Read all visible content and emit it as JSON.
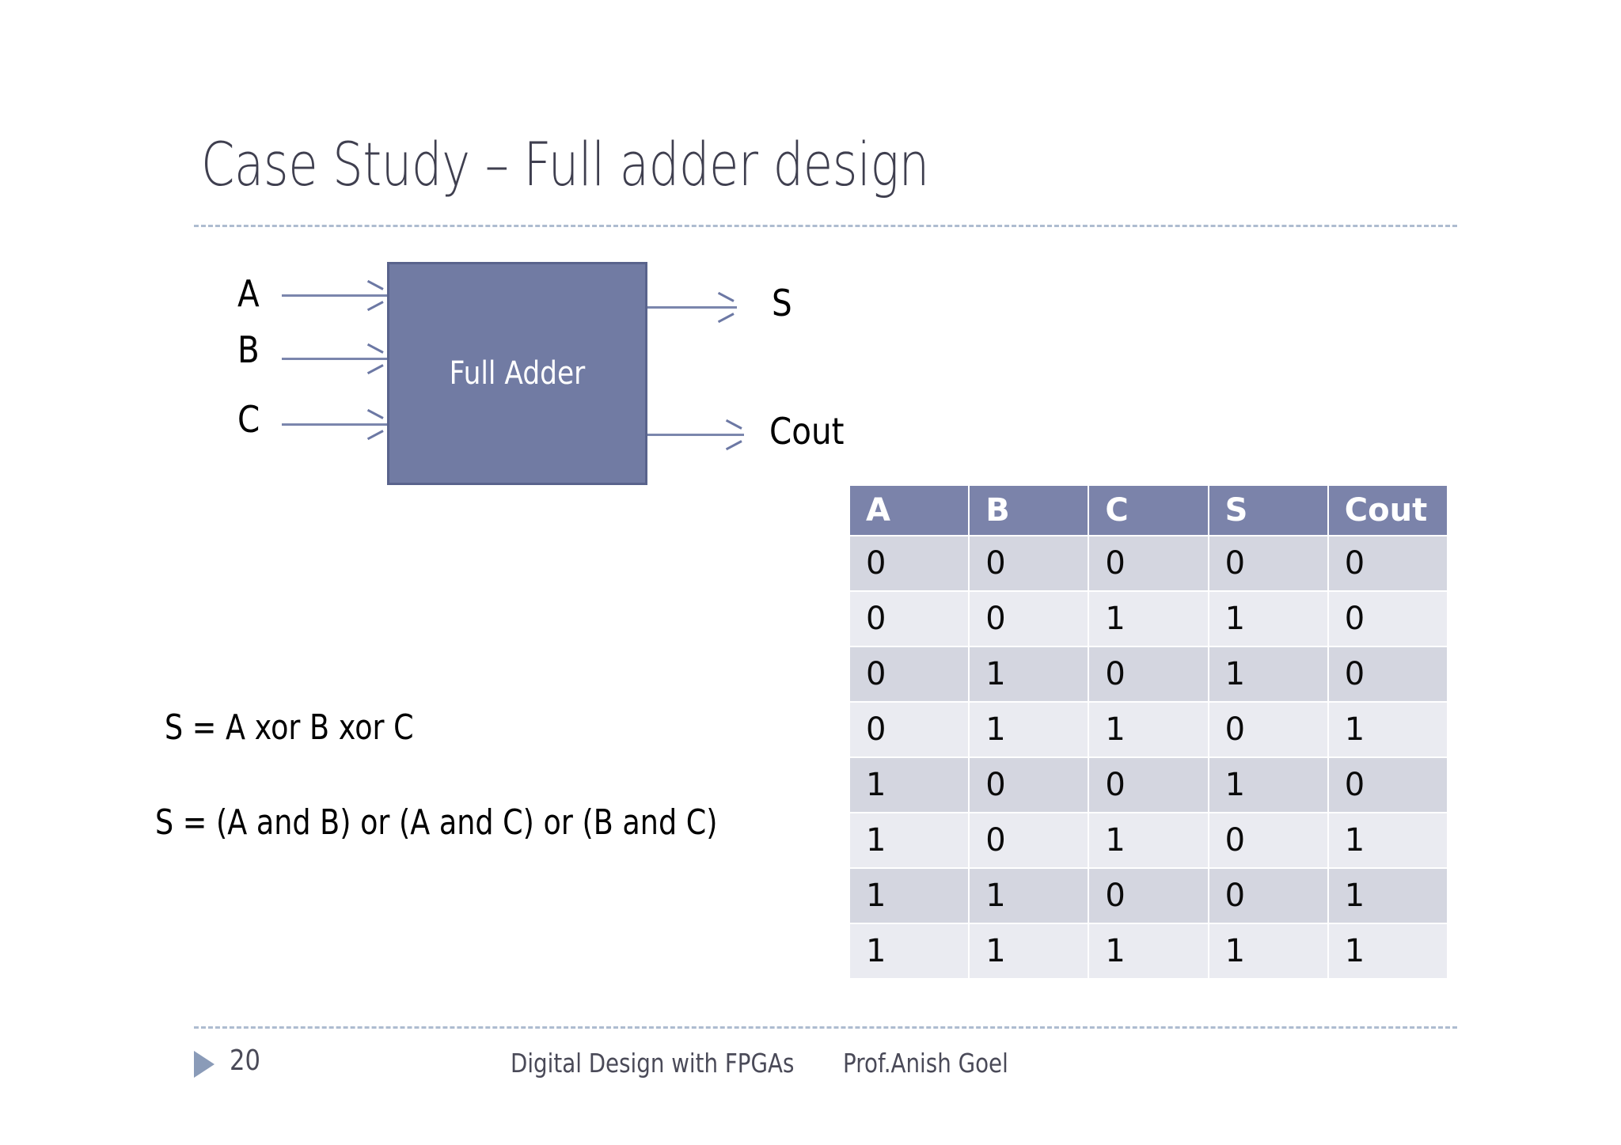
{
  "slide": {
    "title": "Case Study – Full adder design",
    "accent_color": "#717ba3",
    "header_color": "#7b83aa",
    "title_color": "#3f3f4f",
    "rule_color": "#aebcd0"
  },
  "diagram": {
    "block_label": "Full Adder",
    "inputs": [
      {
        "label": "A"
      },
      {
        "label": "B"
      },
      {
        "label": "C"
      }
    ],
    "outputs": [
      {
        "label": "S"
      },
      {
        "label": "Cout"
      }
    ]
  },
  "equations": {
    "sum": "S = A xor B xor C",
    "carry": "S = (A and B) or (A and C) or (B and C)"
  },
  "truth_table": {
    "columns": [
      "A",
      "B",
      "C",
      "S",
      "Cout"
    ],
    "rows": [
      [
        "0",
        "0",
        "0",
        "0",
        "0"
      ],
      [
        "0",
        "0",
        "1",
        "1",
        "0"
      ],
      [
        "0",
        "1",
        "0",
        "1",
        "0"
      ],
      [
        "0",
        "1",
        "1",
        "0",
        "1"
      ],
      [
        "1",
        "0",
        "0",
        "1",
        "0"
      ],
      [
        "1",
        "0",
        "1",
        "0",
        "1"
      ],
      [
        "1",
        "1",
        "0",
        "0",
        "1"
      ],
      [
        "1",
        "1",
        "1",
        "1",
        "1"
      ]
    ]
  },
  "footer": {
    "page_number": "20",
    "course": "Digital Design with FPGAs",
    "author": "Prof.Anish Goel",
    "bullet_icon": "triangle-right-icon"
  }
}
